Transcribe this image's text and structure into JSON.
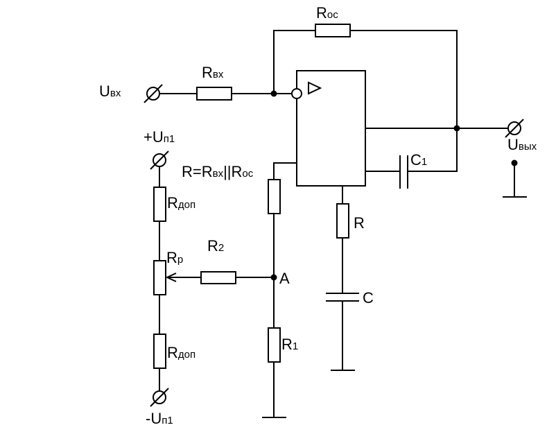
{
  "diagram": {
    "title": "",
    "labels": {
      "r_oc": {
        "main": "R",
        "sub": "ос"
      },
      "r_vx": {
        "main": "R",
        "sub": "вх"
      },
      "u_vx": {
        "main": "U",
        "sub": "вх"
      },
      "u_vyx": {
        "main": "U",
        "sub": "вых"
      },
      "plus_up1": {
        "main": "+U",
        "sub": "п1"
      },
      "minus_up1": {
        "main": "-U",
        "sub": "п1"
      },
      "r_eq": {
        "pre": "R=R",
        "sub1": "вх",
        "mid": "||R",
        "sub2": "ос"
      },
      "r_dop_top": {
        "main": "R",
        "sub": "доп"
      },
      "r_dop_bottom": {
        "main": "R",
        "sub": "доп"
      },
      "r_p": {
        "main": "R",
        "sub": "р"
      },
      "r_2": {
        "main": "R",
        "sub": "2"
      },
      "r_1": {
        "main": "R",
        "sub": "1"
      },
      "node_a": "A",
      "c_1": {
        "main": "C",
        "sub": "1"
      },
      "r": "R",
      "c": "C"
    },
    "opamp_symbol": "triangle-icon"
  }
}
